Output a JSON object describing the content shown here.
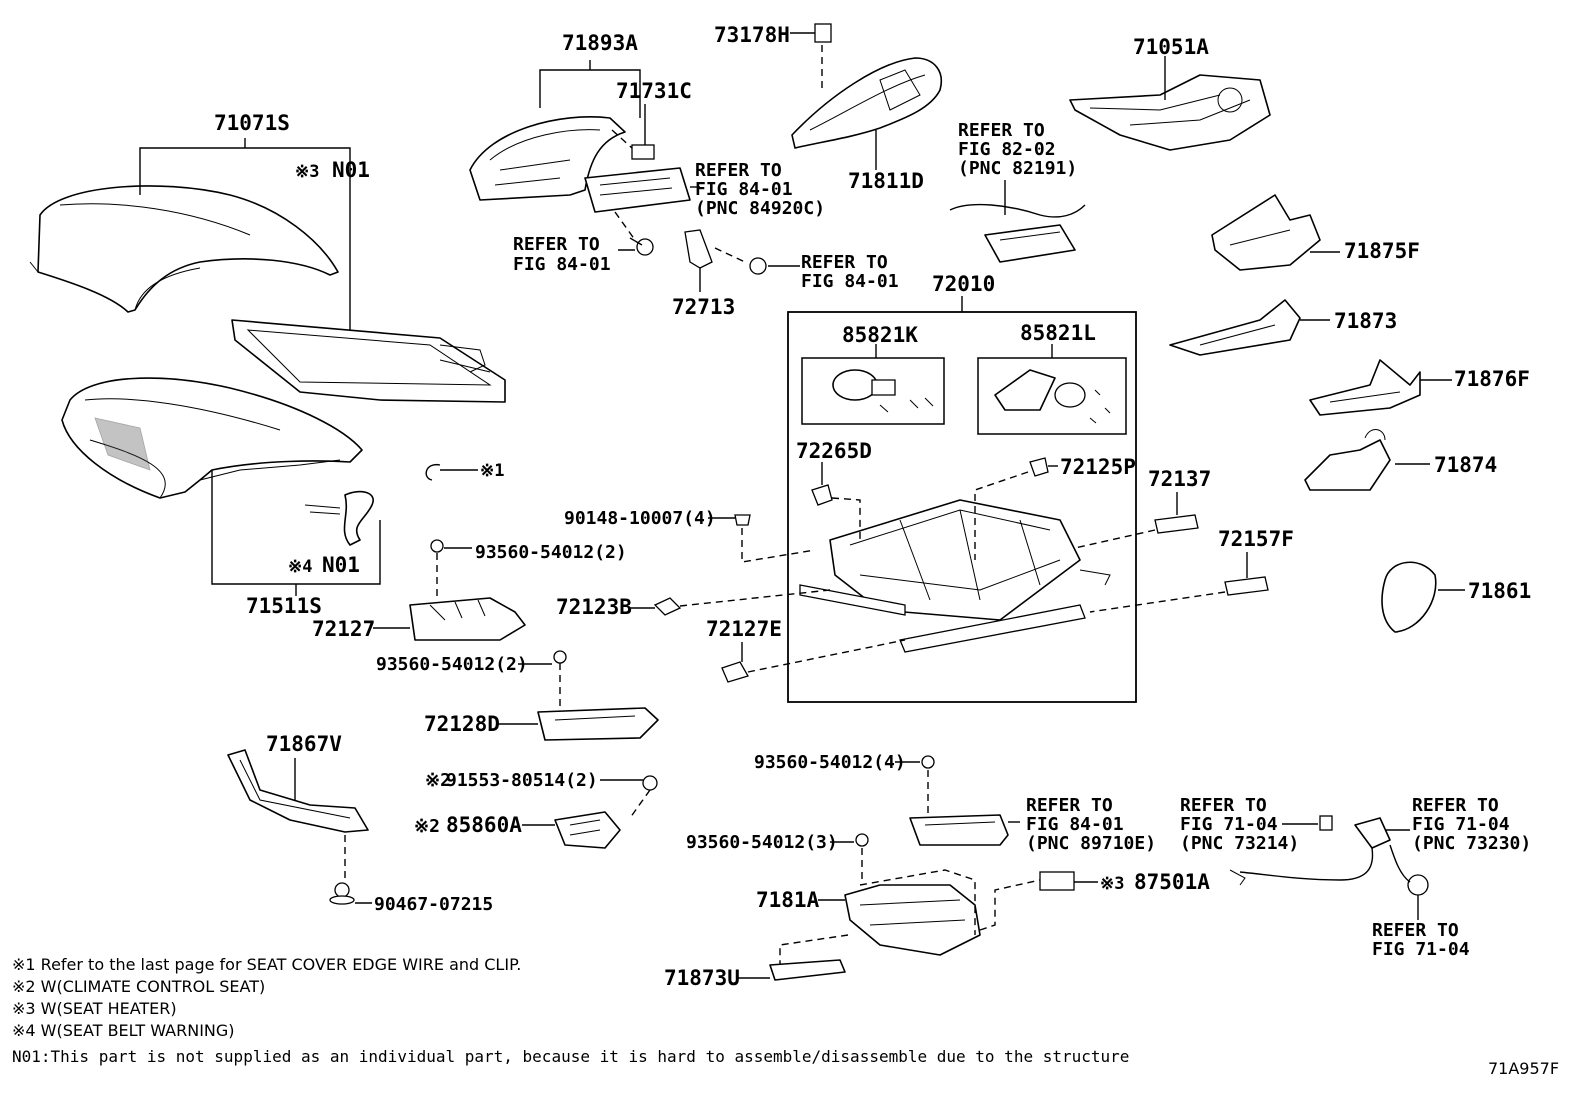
{
  "labels": {
    "p71893A": "71893A",
    "p71731C": "71731C",
    "p73178H": "73178H",
    "p71811D": "71811D",
    "p71051A": "71051A",
    "p71071S": "71071S",
    "p71875F": "71875F",
    "p71873": "71873",
    "p71876F": "71876F",
    "p71874": "71874",
    "p71861": "71861",
    "p72713": "72713",
    "p72010": "72010",
    "p85821K": "85821K",
    "p85821L": "85821L",
    "p72265D": "72265D",
    "p72125P": "72125P",
    "p72137": "72137",
    "p72157F": "72157F",
    "p90148": "90148-10007(4)",
    "p72123B": "72123B",
    "p72127E": "72127E",
    "p93560_2a": "93560-54012(2)",
    "p72127": "72127",
    "p93560_2b": "93560-54012(2)",
    "p72128D": "72128D",
    "p71511S": "71511S",
    "p71867V": "71867V",
    "p91553": "91553-80514(2)",
    "p85860A": "85860A",
    "p90467": "90467-07215",
    "p93560_4": "93560-54012(4)",
    "p93560_3": "93560-54012(3)",
    "p7181A": "7181A",
    "p71873U": "71873U",
    "p87501A": "87501A",
    "n01_top": "N01",
    "n01_bottom": "N01",
    "mark1": "※1",
    "mark2a": "※2",
    "mark2b": "※2",
    "mark3a": "※3",
    "mark3b": "※3",
    "mark4": "※4"
  },
  "refs": {
    "r1": [
      "REFER TO",
      "FIG 84-01",
      "(PNC 84920C)"
    ],
    "r2": [
      "REFER TO",
      "FIG 84-01"
    ],
    "r3": [
      "REFER TO",
      "FIG 84-01"
    ],
    "r4": [
      "REFER TO",
      "FIG 82-02",
      "(PNC 82191)"
    ],
    "r5": [
      "REFER TO",
      "FIG 84-01",
      "(PNC 89710E)"
    ],
    "r6": [
      "REFER TO",
      "FIG 71-04",
      "(PNC 73214)"
    ],
    "r7": [
      "REFER TO",
      "FIG 71-04",
      "(PNC 73230)"
    ],
    "r8": [
      "REFER TO",
      "FIG 71-04"
    ]
  },
  "notes": {
    "n1": "※1 Refer to the last page for SEAT COVER EDGE WIRE and CLIP.",
    "n2": "※2 W(CLIMATE CONTROL SEAT)",
    "n3": "※3 W(SEAT HEATER)",
    "n4": "※4 W(SEAT BELT WARNING)",
    "n5": "N01:This part is not supplied as an individual part, because it is hard to assemble/disassemble due to the structure"
  },
  "figure_id": "71A957F"
}
